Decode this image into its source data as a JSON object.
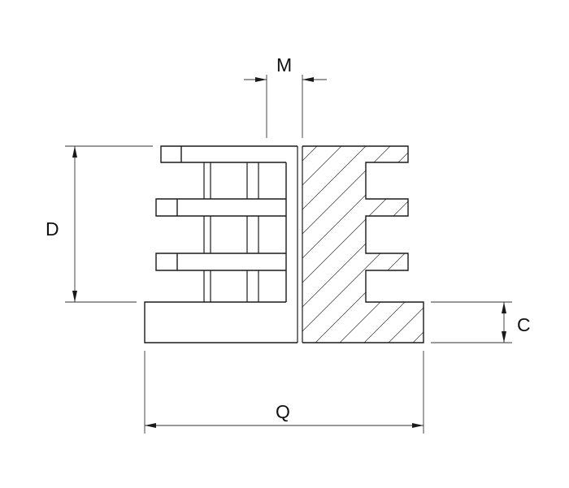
{
  "dimensions": {
    "m_label": "M",
    "d_label": "D",
    "c_label": "C",
    "q_label": "Q"
  },
  "colors": {
    "line": "#1a1a1a",
    "thin_line": "#444444",
    "background": "#ffffff"
  }
}
